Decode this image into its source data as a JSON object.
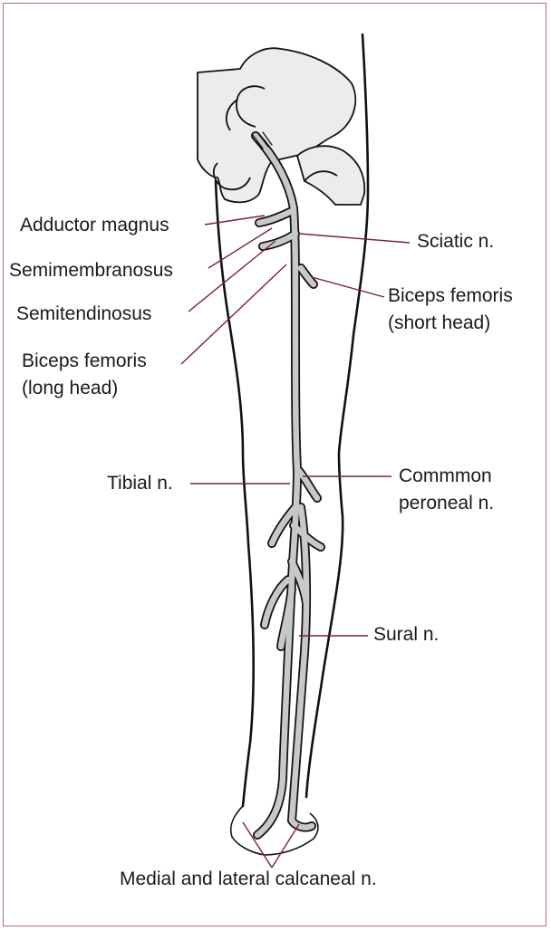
{
  "labels": {
    "adductor_magnus": "Adductor magnus",
    "semimembranosus": "Semimembranosus",
    "semitendinosus": "Semitendinosus",
    "biceps_long": [
      "Biceps femoris",
      "(long head)"
    ],
    "sciatic": "Sciatic n.",
    "biceps_short": [
      "Biceps femoris",
      "(short head)"
    ],
    "tibial": "Tibial n.",
    "common_peroneal": [
      "Commmon",
      "peroneal n."
    ],
    "sural": "Sural n.",
    "calcaneal": "Medial and lateral calcaneal n."
  },
  "colors": {
    "leader": "#7a1f35",
    "frame": "#b0697a",
    "bone": "#ececec",
    "nerve": "#c8c8c8",
    "outline": "#111111"
  }
}
